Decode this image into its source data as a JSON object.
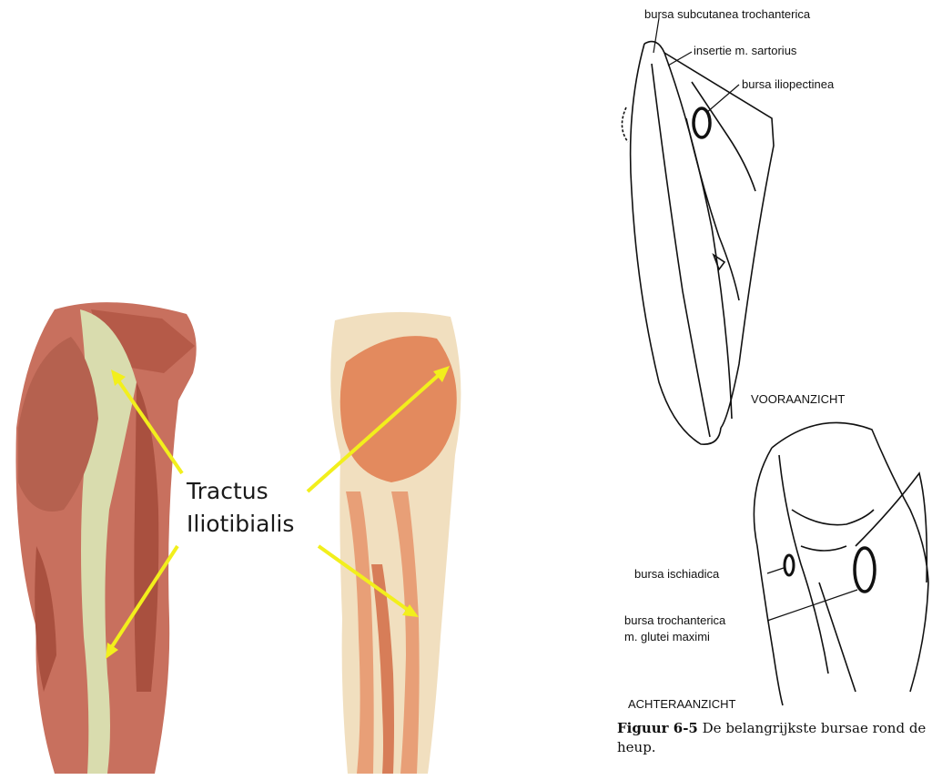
{
  "left_figure": {
    "label_line1": "Tractus",
    "label_line2": "Iliotibialis",
    "arrow_color": "#f2ef1c",
    "muscle_color": "#c8705e",
    "fascia_color": "#d9dcae"
  },
  "right_figure": {
    "annotations": {
      "bursa_subcutanea": "bursa subcutanea trochanterica",
      "insertie": "insertie m. sartorius",
      "bursa_iliopectinea": "bursa iliopectinea",
      "bursa_ischiadica": "bursa ischiadica",
      "bursa_trochanterica_1": "bursa trochanterica",
      "bursa_trochanterica_2": "m. glutei maximi"
    },
    "view_front": "VOORAANZICHT",
    "view_back": "ACHTERAANZICHT",
    "caption_label": "Figuur 6-5",
    "caption_text": " De belangrijkste bursae rond de heup."
  }
}
